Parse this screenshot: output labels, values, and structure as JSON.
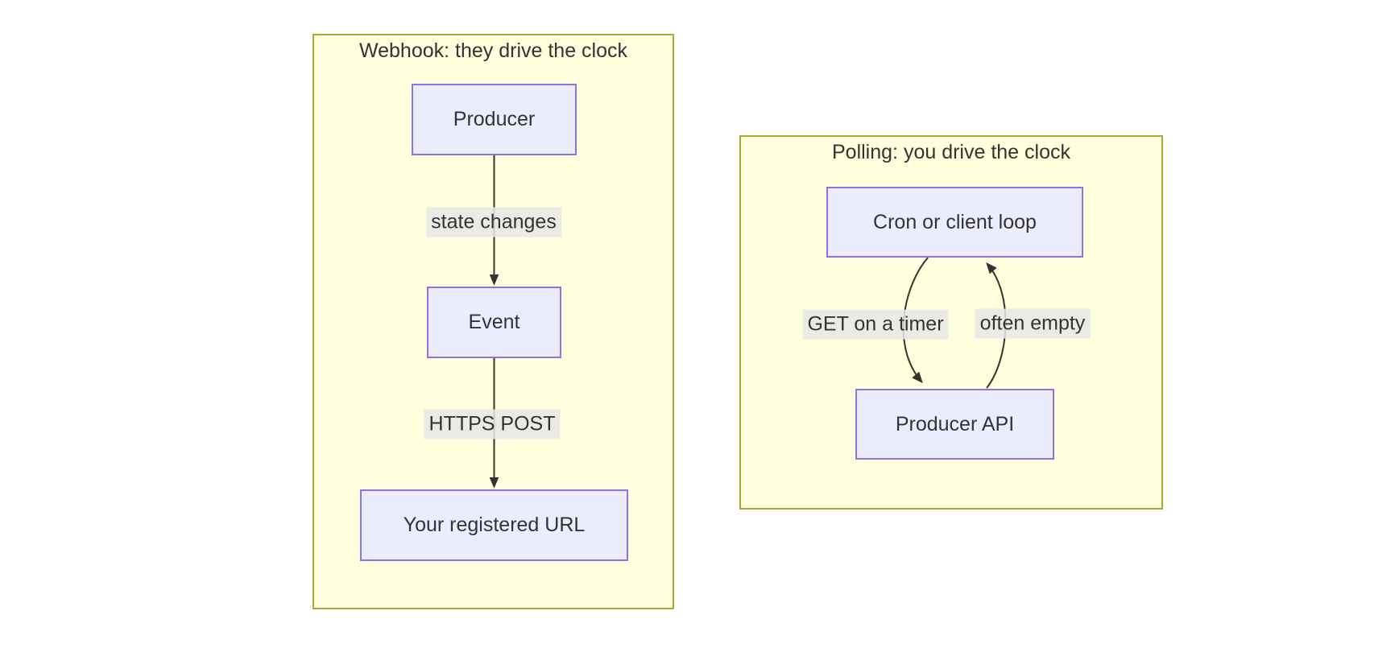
{
  "diagram": {
    "webhook": {
      "title": "Webhook: they drive the clock",
      "nodes": {
        "producer": "Producer",
        "event": "Event",
        "url": "Your registered URL"
      },
      "edges": {
        "state_changes": "state changes",
        "https_post": "HTTPS POST"
      }
    },
    "polling": {
      "title": "Polling: you drive the clock",
      "nodes": {
        "cron": "Cron or client loop",
        "api": "Producer API"
      },
      "edges": {
        "get_timer": "GET on a timer",
        "often_empty": "often empty"
      }
    }
  },
  "colors": {
    "cluster_fill": "#ffffde",
    "cluster_border": "#aaaa33",
    "node_fill": "#ececff",
    "node_border": "#9370db",
    "edge": "#333333",
    "text": "#333333"
  }
}
